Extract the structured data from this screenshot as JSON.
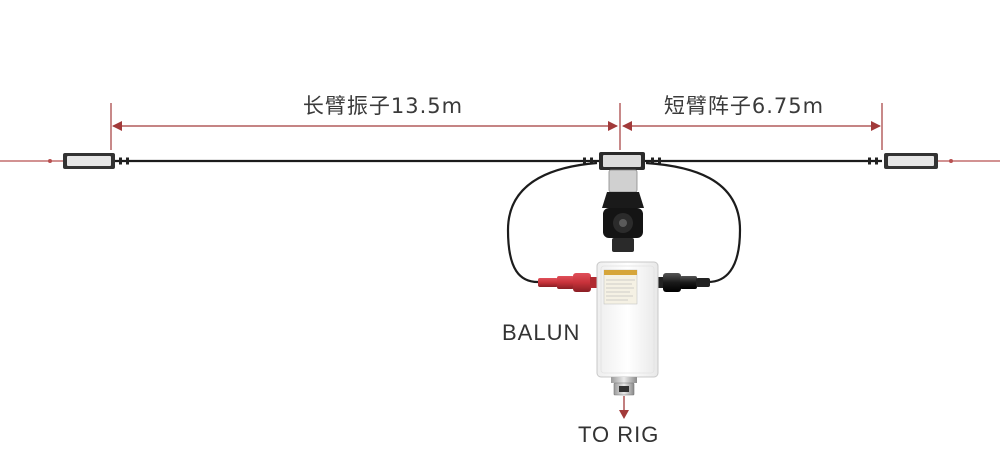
{
  "dimensions": {
    "long_arm": "长臂振子13.5m",
    "short_arm": "短臂阵子6.75m"
  },
  "labels": {
    "balun": "BALUN",
    "to_rig": "TO RIG"
  },
  "colors": {
    "wire": "#1c1c1c",
    "dimension_line": "#a23a3a",
    "feed_line": "#b85050",
    "connector_red": "#c8323a",
    "connector_black": "#1a1a1a",
    "balun_body": "#fafafa"
  },
  "icons": [
    "insulator-icon",
    "center-insulator-icon",
    "connector-icon",
    "coax-connector-icon",
    "arrow-down-icon"
  ]
}
